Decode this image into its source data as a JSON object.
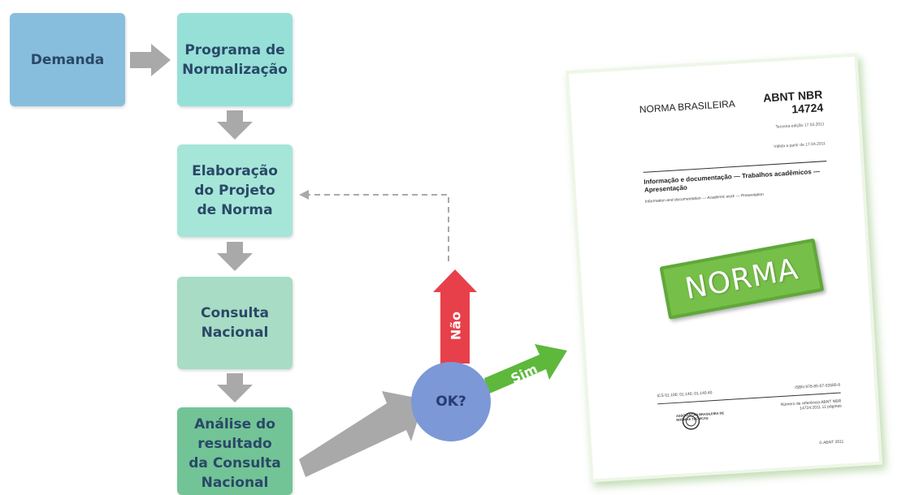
{
  "flow": {
    "demanda": "Demanda",
    "programa": "Programa de\nNormalização",
    "elaboracao": "Elaboração\ndo Projeto\nde Norma",
    "consulta": "Consulta\nNacional",
    "analise": "Análise do\nresultado\nda Consulta\nNacional",
    "decision": "OK?",
    "no_label": "Não",
    "yes_label": "Sim"
  },
  "document": {
    "norma_brasileira": "NORMA BRASILEIRA",
    "code": "ABNT NBR",
    "number": "14724",
    "edicao": "Terceira edição 17.03.2011",
    "valida": "Válida a partir de 17.04.2011",
    "title": "Informação e documentação — Trabalhos acadêmicos — Apresentação",
    "subtitle": "Information and documentation — Academic work — Presentation",
    "stamp": "NORMA",
    "ics": "ICS 01.100; 01.140; 01.140.40",
    "isbn": "ISBN 978-85-07-02680-8",
    "association": "ASSOCIAÇÃO BRASILEIRA DE NORMAS TÉCNICAS",
    "reference": "Número de referência ABNT NBR 14724:2011 11 páginas",
    "copyright": "© ABNT 2011"
  },
  "colors": {
    "box_blue": "#88bedd",
    "box_teal": "#96e0d8",
    "box_green": "#72c496",
    "arrow_gray": "#a9a9a9",
    "arrow_red": "#e8404a",
    "arrow_green": "#5db83c",
    "decision_circle": "#7c98d6"
  }
}
